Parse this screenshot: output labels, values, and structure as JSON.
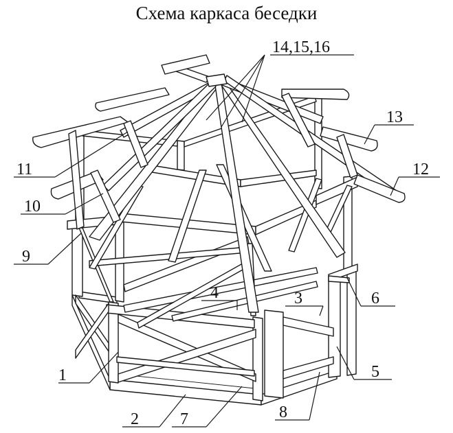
{
  "title": "Схема каркаса беседки",
  "labels": {
    "l1": "1",
    "l2": "2",
    "l3": "3",
    "l4": "4",
    "l5": "5",
    "l6": "6",
    "l7": "7",
    "l8": "8",
    "l9": "9",
    "l10": "10",
    "l11": "11",
    "l12": "12",
    "l13": "13",
    "l14": "14,15,16"
  }
}
